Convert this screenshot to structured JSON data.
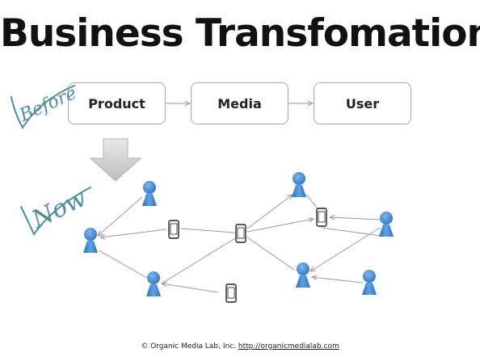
{
  "title": "Business Transfomation",
  "before": {
    "label": "Before",
    "boxes": [
      {
        "label": "Product"
      },
      {
        "label": "Media"
      },
      {
        "label": "User"
      }
    ]
  },
  "now": {
    "label": "Now"
  },
  "footer": {
    "text": "© Organic Media Lab, Inc.",
    "link": "http://organicmedialab.com"
  },
  "colors": {
    "person": "#3d86d4",
    "person_dark": "#2a6ab5",
    "edge": "#9a9a9a",
    "handwriting": "#4a8fa0",
    "box_border": "#a8a8a8"
  }
}
